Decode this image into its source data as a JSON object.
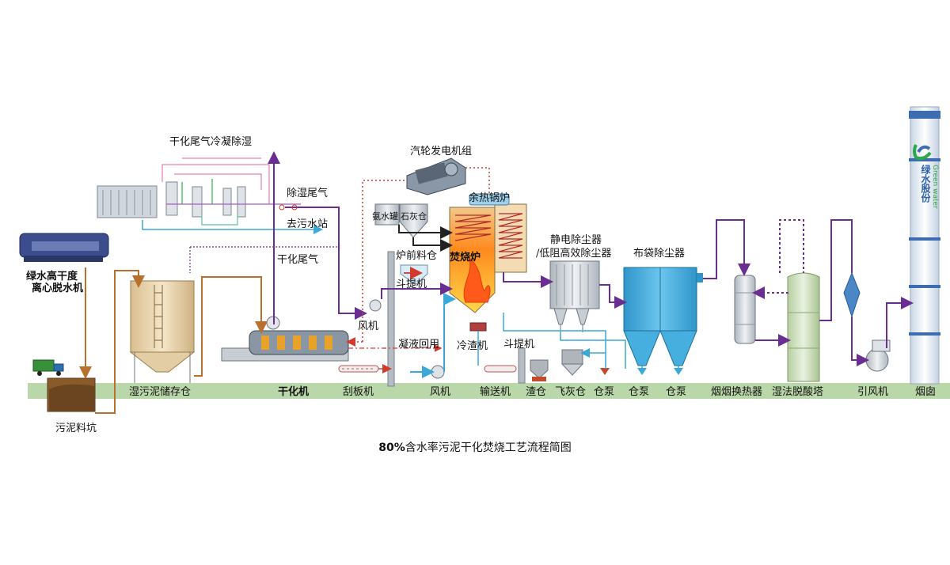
{
  "caption": {
    "percent": "80%",
    "rest": "含水率污泥干化焚烧工艺流程简图"
  },
  "chimney_brand": {
    "name_cn": "绿水股份",
    "name_en": "Green water"
  },
  "labels": {
    "condense": "干化尾气冷凝除湿",
    "turbine": "汽轮发电机组",
    "dehumid_gas": "除湿尾气",
    "to_sewage": "去污水站",
    "dry_gas": "干化尾气",
    "ammonia": "氨水罐",
    "lime": "石灰仓",
    "boiler": "余热锅炉",
    "furnace_bin": "炉前料仓",
    "furnace": "焚烧炉",
    "esp1": "静电除尘器",
    "esp2": "/低阻高效除尘器",
    "bag": "布袋除尘器",
    "dewater1": "绿水高干度",
    "dewater2": "离心脱水机",
    "bucket1": "斗提机",
    "fan_top": "风机",
    "condensate": "凝液回用",
    "slag_cooler": "冷渣机",
    "bucket2": "斗提机",
    "pit": "污泥料坑"
  },
  "ground_labels": {
    "storage": "湿污泥储存仓",
    "dryer": "干化机",
    "scraper": "刮板机",
    "fan": "风机",
    "conveyor": "输送机",
    "slag_bin": "渣仓",
    "ash_bin": "飞灰仓",
    "pump1": "仓泵",
    "pump2": "仓泵",
    "pump3": "仓泵",
    "ggh": "烟烟换热器",
    "scrubber": "湿法脱酸塔",
    "id_fan": "引风机",
    "chimney": "烟囱"
  },
  "colors": {
    "ground": "#b9d7a8",
    "sludge_line": "#b8702e",
    "gas_line": "#6a2d91",
    "air_line": "#3aa9d9",
    "steam_line": "#d23b2b",
    "dryer_line": "#e02c2c",
    "tank": "#ead7b4",
    "equip_blue": "#3ca8d8",
    "equip_gray": "#c9ced4"
  }
}
